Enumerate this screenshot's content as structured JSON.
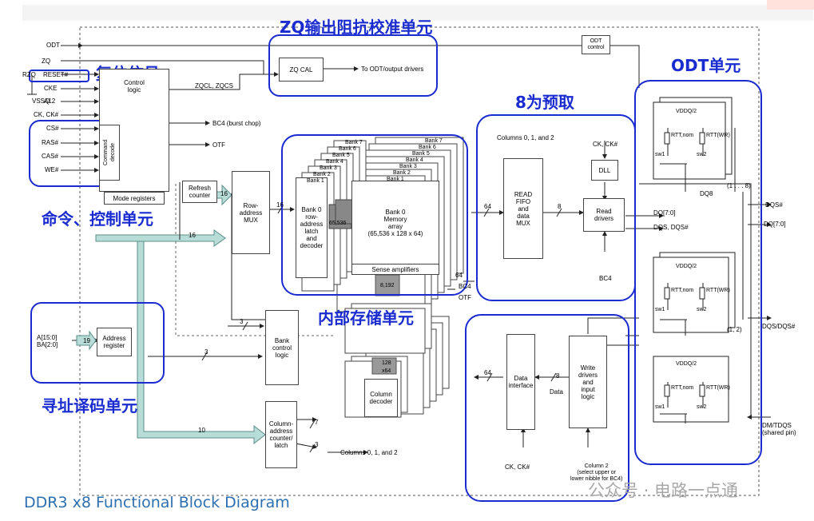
{
  "titles": {
    "zq": "ZQ输出阻抗校准单元",
    "reset": "复位信号",
    "odt": "ODT单元",
    "prefetch": "8为预取",
    "cmd": "命令、控制单元",
    "mem": "内部存储单元",
    "addr": "寻址译码单元"
  },
  "caption": "DDR3 x8 Functional Block Diagram",
  "watermark": "公众号 · 电路一点通",
  "pins": {
    "odt": "ODT",
    "zq": "ZQ",
    "reset": "RESET#",
    "cke": "CKE",
    "a12": "A12",
    "ck": "CK, CK#",
    "cs": "CS#",
    "ras": "RAS#",
    "cas": "CAS#",
    "we": "WE#",
    "rzq": "RZQ",
    "vssq": "VSSQ",
    "addr": "A[15:0]\nBA[2:0]"
  },
  "blocks": {
    "control": "Control\nlogic",
    "cmd_decode": "Command\ndecode",
    "mode_reg": "Mode registers",
    "zqcal": "ZQ CAL",
    "odt_ctrl": "ODT\ncontrol",
    "refresh": "Refresh\ncounter",
    "row_mux": "Row-\naddress\nMUX",
    "row_latch": "Bank 0\nrow-\naddress\nlatch\nand\ndecoder",
    "mem_array": "Bank 0\nMemory\narray\n(65,536 x 128 x 64)",
    "sense": "Sense amplifiers",
    "bank_ctrl": "Bank\ncontrol\nlogic",
    "addr_reg": "Address\nregister",
    "col_counter": "Column-\naddress\ncounter/\nlatch",
    "col_decoder": "Column\ndecoder",
    "read_fifo": "READ\nFIFO\nand\ndata\nMUX",
    "dll": "DLL",
    "read_drivers": "Read\ndrivers",
    "data_if": "Data\ninterface",
    "write_drivers": "Write\ndrivers\nand\ninput\nlogic"
  },
  "banks": [
    "Bank 7",
    "Bank 6",
    "Bank 5",
    "Bank 4",
    "Bank 3",
    "Bank 2",
    "Bank 1"
  ],
  "labels": {
    "zqcl": "ZQCL, ZQCS",
    "to_odt": "To ODT/output drivers",
    "bc4": "BC4 (burst chop)",
    "otf": "OTF",
    "n16": "16",
    "n16b": "16",
    "n19": "19",
    "n3": "3",
    "n3b": "3",
    "n3c": "3",
    "n10": "10",
    "n7": "7",
    "n65536": "65,536",
    "n8192": "8,192",
    "n128": "128",
    "x64": "x64",
    "n64": "64",
    "n64b": "64",
    "n64c": "64",
    "n8": "8",
    "n8b": "8",
    "data": "Data",
    "bc4b": "BC4",
    "otf2": "OTF",
    "bc4c": "BC4",
    "col012": "Columns 0, 1, and 2",
    "col012b": "Columns 0, 1, and 2",
    "ckck": "CK, CK#",
    "ckck2": "CK, CK#",
    "col2": "Column 2\n(select upper or\nlower nibble for BC4)",
    "dq8": "DQ8",
    "dq70": "DQ[7:0]",
    "dqs": "DQS, DQS#",
    "dqs_pin": "DQS#",
    "dq_pin": "DQ[7:0]",
    "dqsdqs": "DQS/DQS#",
    "dm": "DM/TDQS\n(shared pin)",
    "one8": "(1 . . . 8)",
    "one2": "(1, 2)",
    "vdd": "VDDQ/2",
    "rtt_nom": "RTT,nom",
    "rtt_wr": "RTT(WR)",
    "sw1": "sw1",
    "sw2": "sw2",
    "state": "Bank 0 Memory array"
  }
}
